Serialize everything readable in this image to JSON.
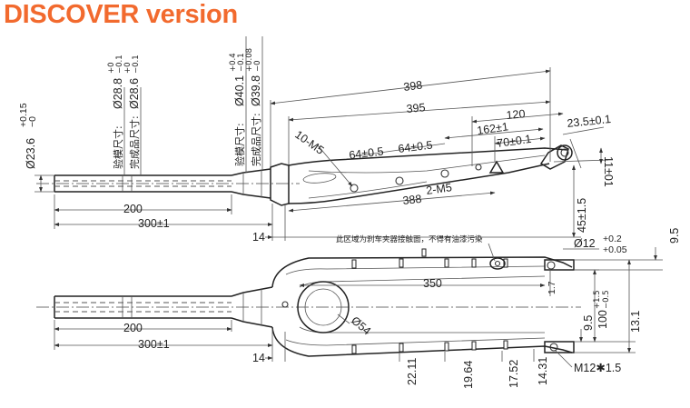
{
  "title": "DISCOVER version",
  "colors": {
    "title": "#f26a2e",
    "lines": "#333333"
  },
  "top_view": {
    "steerer_dia": "Ø23.6",
    "steerer_dia_tol_upper": "+0.15",
    "steerer_dia_tol_lower": "−0",
    "checked_size_label": "验模尺寸:",
    "checked_size_value": "Ø28.8",
    "checked_size_tol_upper": "+0",
    "checked_size_tol_lower": "−0.1",
    "finished_size_label": "完成品尺寸:",
    "finished_size_value": "Ø28.6",
    "finished_size_tol_upper": "+0",
    "finished_size_tol_lower": "−0.1",
    "crown_checked_label": "验模尺寸:",
    "crown_checked_value": "Ø40.1",
    "crown_checked_tol_upper": "+0.4",
    "crown_checked_tol_lower": "−0.1",
    "crown_finished_label": "完成品尺寸:",
    "crown_finished_value": "Ø39.8",
    "crown_finished_tol_upper": "+0.08",
    "crown_finished_tol_lower": "−0",
    "dim_398": "398",
    "dim_395": "395",
    "dim_120": "120",
    "dim_162": "162±1",
    "dim_70": "70±0.1",
    "dim_23_5": "23.5±0.1",
    "dim_64_a": "64±0.5",
    "dim_64_b": "64±0.5",
    "bolt_label": "10-M5",
    "holes_label": "2-M5",
    "dim_388": "388",
    "dim_11": "11±01",
    "dim_45": "45±1.5",
    "dim_200": "200",
    "dim_300": "300±1",
    "dim_14": "14"
  },
  "bottom_view": {
    "note": "此区域为刹车夹器接触面，不得有油漆污染",
    "dim_12": "Ø12",
    "dim_12_tol_upper": "+0.2",
    "dim_12_tol_lower": "+0.05",
    "dim_9_5_top": "9.5",
    "dim_1_7": "1.7",
    "dim_350": "350",
    "dim_54": "Ø54",
    "dim_9_5": "9.5",
    "dim_100": "100",
    "dim_100_tol_upper": "+1.5",
    "dim_100_tol_lower": "−0.5",
    "dim_13_1": "13.1",
    "dim_200": "200",
    "dim_300": "300±1",
    "dim_14": "14",
    "dim_22_11": "22.11",
    "dim_19_64": "19.64",
    "dim_17_52": "17.52",
    "dim_14_31": "14.31",
    "thread_label": "M12",
    "thread_times": "✱",
    "thread_pitch": "1.5"
  }
}
